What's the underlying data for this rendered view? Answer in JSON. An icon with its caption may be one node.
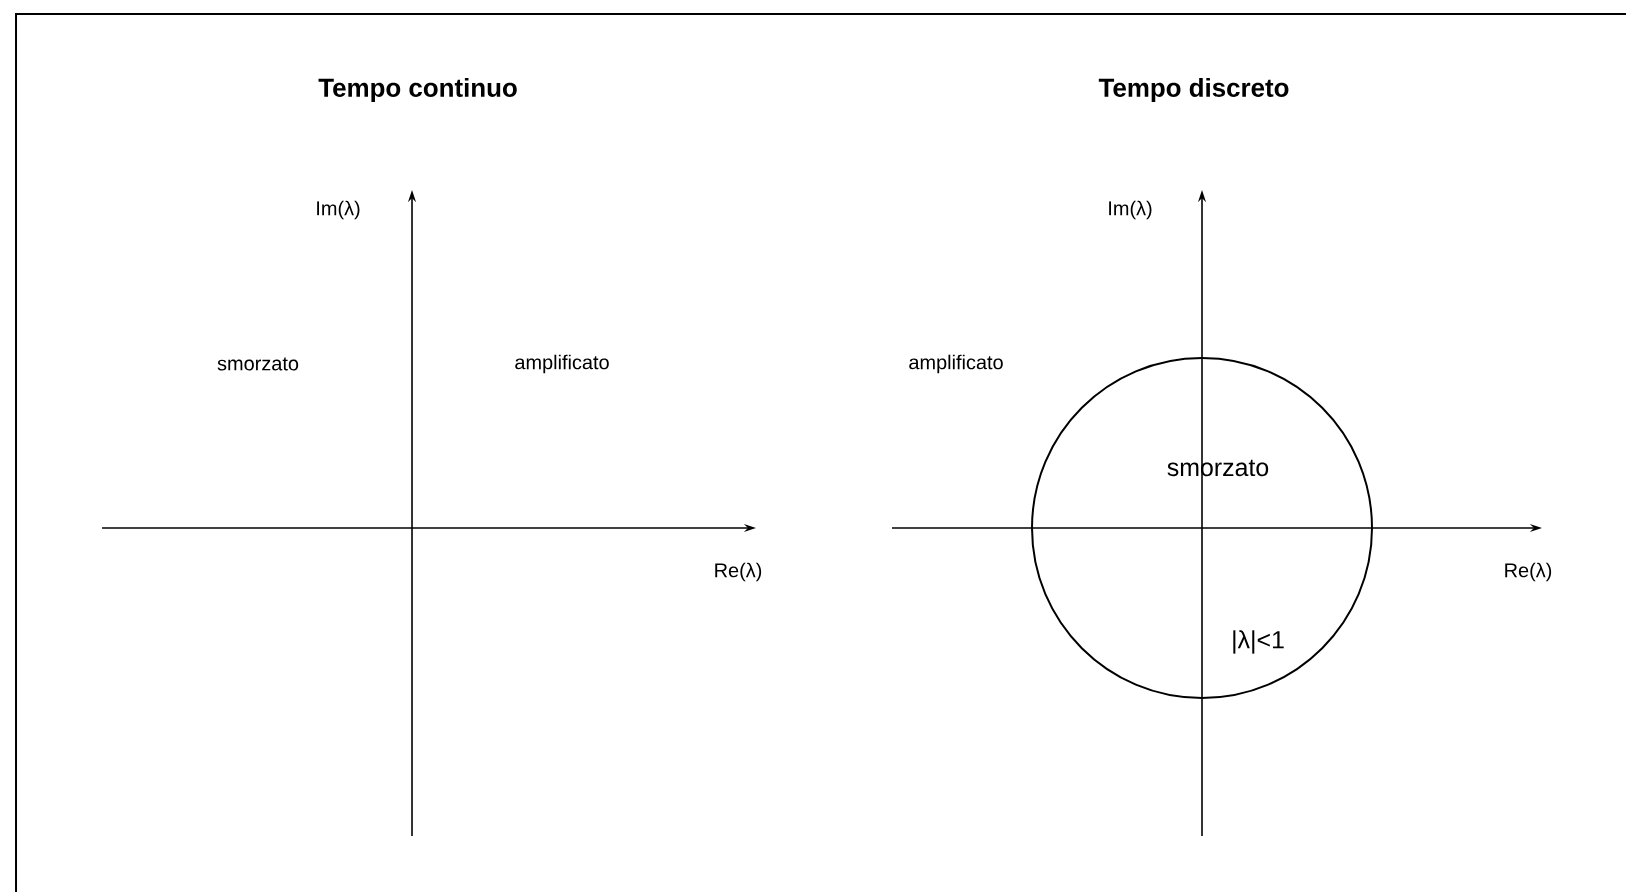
{
  "diagram": {
    "nodes": [
      {
        "text": [
          "smorzato",
          "|λ|<1"
        ]
      }
    ],
    "labels": [
      "Tempo continuo",
      "Tempo discreto",
      "Im(λ)",
      "smorzato",
      "amplificato",
      "Re(λ)",
      "Im(λ)",
      "amplificato",
      "Re(λ)"
    ]
  }
}
